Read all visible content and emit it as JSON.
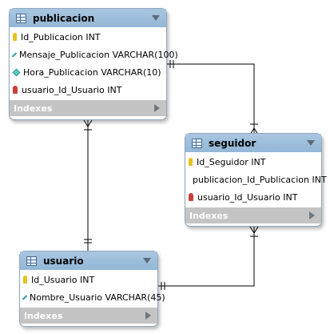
{
  "tables": {
    "publicacion": {
      "name": "publicacion",
      "columns": [
        {
          "icon": "primary-key-icon",
          "text": "Id_Publicacion INT"
        },
        {
          "icon": "column-diamond-icon",
          "text": "Mensaje_Publicacion VARCHAR(100)"
        },
        {
          "icon": "column-diamond-icon",
          "text": "Hora_Publicacion VARCHAR(10)"
        },
        {
          "icon": "foreign-key-icon",
          "text": "usuario_Id_Usuario INT"
        }
      ],
      "footer": "Indexes"
    },
    "seguidor": {
      "name": "seguidor",
      "columns": [
        {
          "icon": "primary-key-icon",
          "text": "Id_Seguidor INT"
        },
        {
          "icon": "foreign-key-icon",
          "text": "publicacion_Id_Publicacion INT"
        },
        {
          "icon": "foreign-key-icon",
          "text": "usuario_Id_Usuario INT"
        }
      ],
      "footer": "Indexes"
    },
    "usuario": {
      "name": "usuario",
      "columns": [
        {
          "icon": "primary-key-icon",
          "text": "Id_Usuario INT"
        },
        {
          "icon": "column-diamond-icon",
          "text": "Nombre_Usuario VARCHAR(45)"
        }
      ],
      "footer": "Indexes"
    }
  },
  "relationships": [
    {
      "from": "publicacion",
      "to": "seguidor",
      "cardinality": "one-to-many"
    },
    {
      "from": "usuario",
      "to": "publicacion",
      "cardinality": "one-to-many"
    },
    {
      "from": "usuario",
      "to": "seguidor",
      "cardinality": "one-to-many"
    }
  ],
  "colors": {
    "header": "#9fc0dd",
    "footer": "#c4c4c4",
    "line": "#000000"
  }
}
